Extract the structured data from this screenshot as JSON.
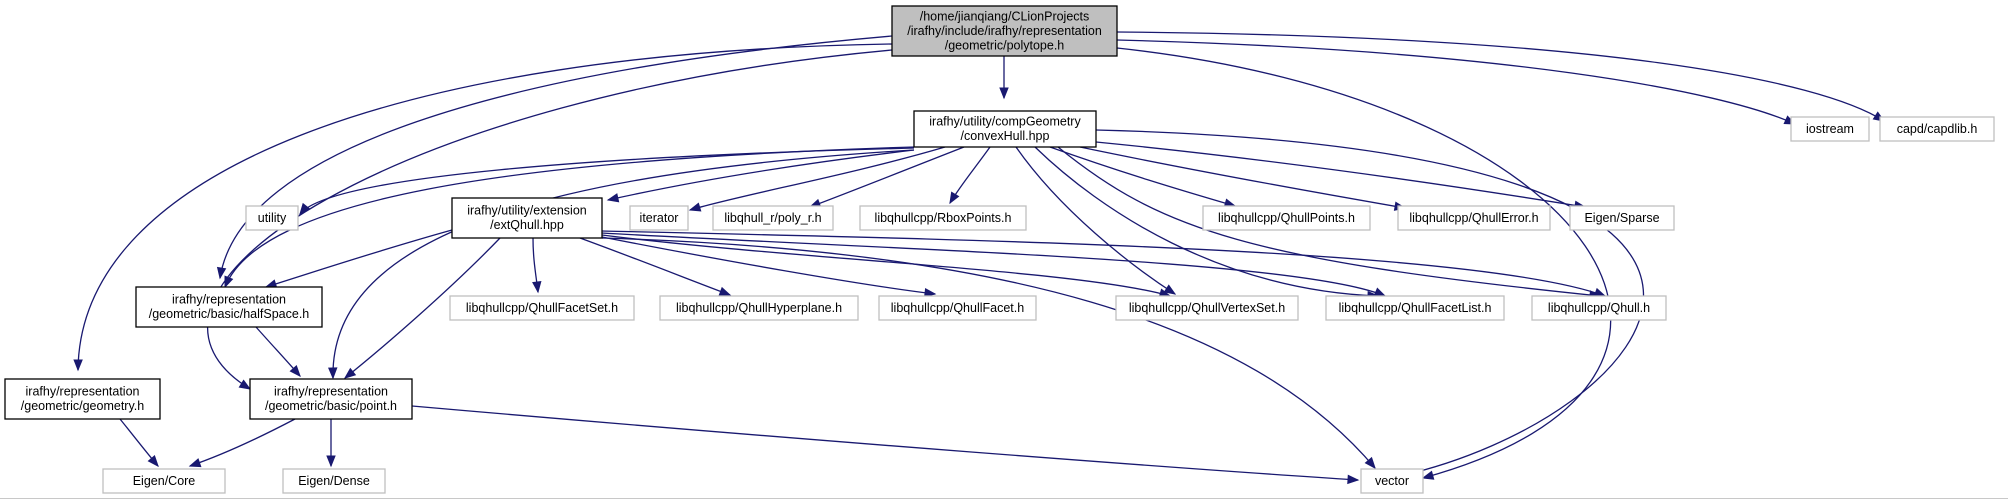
{
  "colors": {
    "edge": "#191970",
    "root_fill": "#bfbfbf",
    "node_border": "#000000",
    "external_border": "#bfbfbf",
    "background": "#ffffff"
  },
  "nodes": [
    {
      "id": "polytope",
      "kind": "root",
      "lines": [
        "/home/jianqiang/CLionProjects",
        "/irafhy/include/irafhy/representation",
        "/geometric/polytope.h"
      ]
    },
    {
      "id": "convexHull",
      "kind": "internal",
      "lines": [
        "irafhy/utility/compGeometry",
        "/convexHull.hpp"
      ]
    },
    {
      "id": "iostream",
      "kind": "external",
      "lines": [
        "iostream"
      ]
    },
    {
      "id": "capdlib",
      "kind": "external",
      "lines": [
        "capd/capdlib.h"
      ]
    },
    {
      "id": "utility",
      "kind": "external",
      "lines": [
        "utility"
      ]
    },
    {
      "id": "extQhull",
      "kind": "internal",
      "lines": [
        "irafhy/utility/extension",
        "/extQhull.hpp"
      ]
    },
    {
      "id": "iterator",
      "kind": "external",
      "lines": [
        "iterator"
      ]
    },
    {
      "id": "poly_r",
      "kind": "external",
      "lines": [
        "libqhull_r/poly_r.h"
      ]
    },
    {
      "id": "RboxPoints",
      "kind": "external",
      "lines": [
        "libqhullcpp/RboxPoints.h"
      ]
    },
    {
      "id": "QhullPoints",
      "kind": "external",
      "lines": [
        "libqhullcpp/QhullPoints.h"
      ]
    },
    {
      "id": "QhullError",
      "kind": "external",
      "lines": [
        "libqhullcpp/QhullError.h"
      ]
    },
    {
      "id": "EigenSparse",
      "kind": "external",
      "lines": [
        "Eigen/Sparse"
      ]
    },
    {
      "id": "halfSpace",
      "kind": "internal",
      "lines": [
        "irafhy/representation",
        "/geometric/basic/halfSpace.h"
      ]
    },
    {
      "id": "QhullFacetSet",
      "kind": "external",
      "lines": [
        "libqhullcpp/QhullFacetSet.h"
      ]
    },
    {
      "id": "QhullHyperplane",
      "kind": "external",
      "lines": [
        "libqhullcpp/QhullHyperplane.h"
      ]
    },
    {
      "id": "QhullFacet",
      "kind": "external",
      "lines": [
        "libqhullcpp/QhullFacet.h"
      ]
    },
    {
      "id": "QhullVertexSet",
      "kind": "external",
      "lines": [
        "libqhullcpp/QhullVertexSet.h"
      ]
    },
    {
      "id": "QhullFacetList",
      "kind": "external",
      "lines": [
        "libqhullcpp/QhullFacetList.h"
      ]
    },
    {
      "id": "Qhull",
      "kind": "external",
      "lines": [
        "libqhullcpp/Qhull.h"
      ]
    },
    {
      "id": "geometry",
      "kind": "internal",
      "lines": [
        "irafhy/representation",
        "/geometric/geometry.h"
      ]
    },
    {
      "id": "point",
      "kind": "internal",
      "lines": [
        "irafhy/representation",
        "/geometric/basic/point.h"
      ]
    },
    {
      "id": "EigenCore",
      "kind": "external",
      "lines": [
        "Eigen/Core"
      ]
    },
    {
      "id": "EigenDense",
      "kind": "external",
      "lines": [
        "Eigen/Dense"
      ]
    },
    {
      "id": "vector",
      "kind": "external",
      "lines": [
        "vector"
      ]
    }
  ],
  "edges": [
    {
      "from": "polytope",
      "to": "convexHull"
    },
    {
      "from": "polytope",
      "to": "iostream"
    },
    {
      "from": "polytope",
      "to": "capdlib"
    },
    {
      "from": "polytope",
      "to": "halfSpace"
    },
    {
      "from": "polytope",
      "to": "geometry"
    },
    {
      "from": "polytope",
      "to": "point"
    },
    {
      "from": "polytope",
      "to": "vector"
    },
    {
      "from": "convexHull",
      "to": "utility"
    },
    {
      "from": "convexHull",
      "to": "extQhull"
    },
    {
      "from": "convexHull",
      "to": "iterator"
    },
    {
      "from": "convexHull",
      "to": "poly_r"
    },
    {
      "from": "convexHull",
      "to": "RboxPoints"
    },
    {
      "from": "convexHull",
      "to": "QhullPoints"
    },
    {
      "from": "convexHull",
      "to": "QhullError"
    },
    {
      "from": "convexHull",
      "to": "EigenSparse"
    },
    {
      "from": "convexHull",
      "to": "halfSpace"
    },
    {
      "from": "convexHull",
      "to": "point"
    },
    {
      "from": "convexHull",
      "to": "QhullVertexSet"
    },
    {
      "from": "convexHull",
      "to": "QhullFacetList"
    },
    {
      "from": "convexHull",
      "to": "Qhull"
    },
    {
      "from": "convexHull",
      "to": "vector"
    },
    {
      "from": "extQhull",
      "to": "halfSpace"
    },
    {
      "from": "extQhull",
      "to": "point"
    },
    {
      "from": "extQhull",
      "to": "QhullFacetSet"
    },
    {
      "from": "extQhull",
      "to": "QhullHyperplane"
    },
    {
      "from": "extQhull",
      "to": "QhullFacet"
    },
    {
      "from": "extQhull",
      "to": "QhullVertexSet"
    },
    {
      "from": "extQhull",
      "to": "QhullFacetList"
    },
    {
      "from": "extQhull",
      "to": "Qhull"
    },
    {
      "from": "extQhull",
      "to": "vector"
    },
    {
      "from": "halfSpace",
      "to": "point"
    },
    {
      "from": "geometry",
      "to": "EigenCore"
    },
    {
      "from": "point",
      "to": "EigenCore"
    },
    {
      "from": "point",
      "to": "EigenDense"
    },
    {
      "from": "point",
      "to": "vector"
    }
  ]
}
